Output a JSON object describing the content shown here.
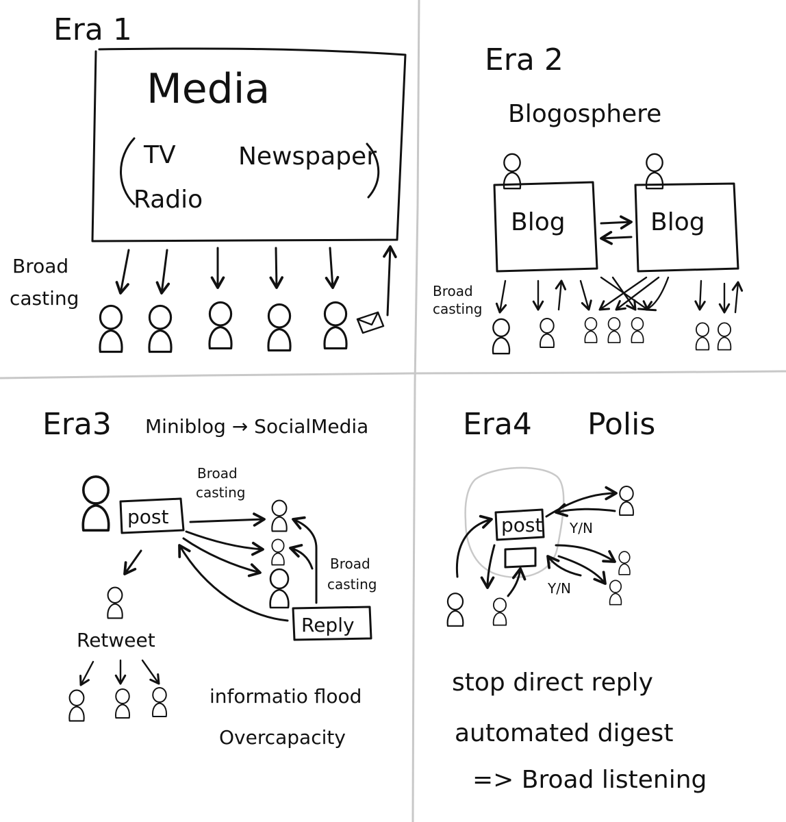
{
  "era1": {
    "title": "Era 1",
    "box_title": "Media",
    "tv": "TV",
    "newspaper": "Newspaper",
    "radio": "Radio",
    "label_line1": "Broad",
    "label_line2": "casting"
  },
  "era2": {
    "title": "Era 2",
    "subtitle": "Blogosphere",
    "blog_left": "Blog",
    "blog_right": "Blog",
    "label_line1": "Broad",
    "label_line2": "casting"
  },
  "era3": {
    "title": "Era3",
    "subtitle": "Miniblog → SocialMedia",
    "post": "post",
    "reply": "Reply",
    "retweet": "Retweet",
    "bc_top_line1": "Broad",
    "bc_top_line2": "casting",
    "bc_right_line1": "Broad",
    "bc_right_line2": "casting",
    "note_line1": "informatio flood",
    "note_line2": "Overcapacity"
  },
  "era4": {
    "title": "Era4",
    "subtitle": "Polis",
    "post": "post",
    "vote_top": "Y/N",
    "vote_bottom": "Y/N",
    "line1": "stop direct reply",
    "line2": "automated digest",
    "line3": "=> Broad listening"
  }
}
